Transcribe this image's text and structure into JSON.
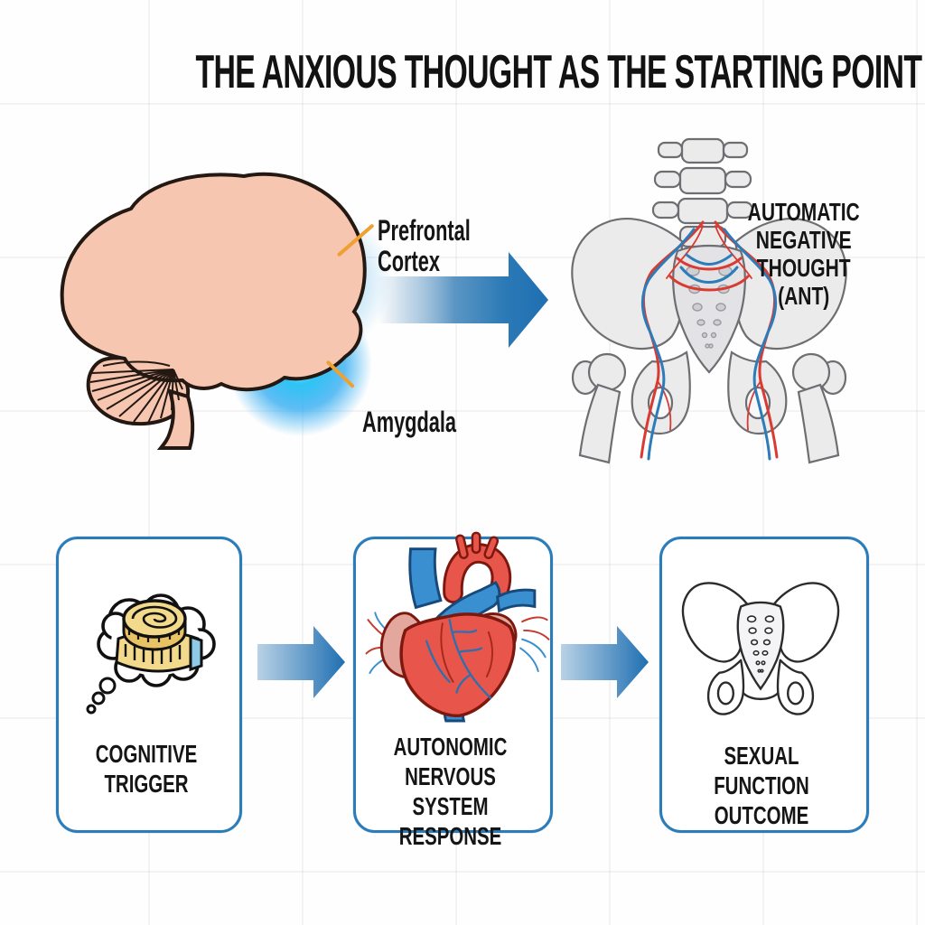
{
  "title": "THE ANXIOUS THOUGHT AS THE STARTING POINT",
  "colors": {
    "accent_blue": "#1f6fb2",
    "box_border_blue": "#2b7cb8",
    "leader_line_orange": "#f0a030",
    "brain_pink": "#f7c6b0",
    "glow_orange": "#ffb300",
    "glow_cyan": "#2ec4f5",
    "heart_red": "#e8554a",
    "vessel_blue": "#3a8fd0",
    "vessel_red": "#d93a31",
    "bone_gray": "#ebebec",
    "tape_yellow": "#f3d98b",
    "text_black": "#161616"
  },
  "top_section": {
    "brain_icon": "brain-illustration",
    "brain_label_1": "Prefrontal\nCortex",
    "brain_label_2": "Amygdala",
    "arrow_icon": "flow-arrow-right",
    "pelvis_icon": "pelvis-nerves-illustration",
    "pelvis_label": "AUTOMATIC\nNEGATIVE\nTHOUGHT\n(ANT)"
  },
  "flow_boxes": [
    {
      "label": "COGNITIVE\nTRIGGER",
      "icon": "thought-bubble-measuring-tape-icon"
    },
    {
      "label": "AUTONOMIC\nNERVOUS SYSTEM\nRESPONSE",
      "icon": "anatomical-heart-icon"
    },
    {
      "label": "SEXUAL FUNCTION\nOUTCOME",
      "icon": "pelvis-outline-icon"
    }
  ],
  "flow_arrows": [
    "flow-arrow-right",
    "flow-arrow-right"
  ]
}
